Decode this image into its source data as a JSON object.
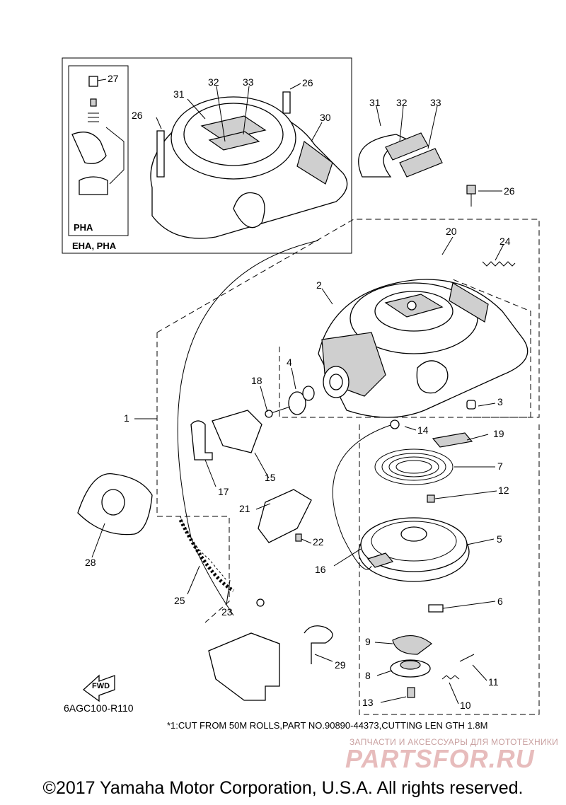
{
  "inset": {
    "outer_label": "EHA, PHA",
    "inner_label": "PHA"
  },
  "callouts": [
    {
      "id": "c27",
      "text": "27"
    },
    {
      "id": "c26a",
      "text": "26"
    },
    {
      "id": "c26b",
      "text": "26"
    },
    {
      "id": "c31a",
      "text": "31"
    },
    {
      "id": "c32a",
      "text": "32"
    },
    {
      "id": "c33a",
      "text": "33"
    },
    {
      "id": "c30",
      "text": "30"
    },
    {
      "id": "c31b",
      "text": "31"
    },
    {
      "id": "c32b",
      "text": "32"
    },
    {
      "id": "c33b",
      "text": "33"
    },
    {
      "id": "c26c",
      "text": "26"
    },
    {
      "id": "c20",
      "text": "20"
    },
    {
      "id": "c24",
      "text": "24"
    },
    {
      "id": "c2",
      "text": "2"
    },
    {
      "id": "c1",
      "text": "1"
    },
    {
      "id": "c18",
      "text": "18"
    },
    {
      "id": "c4",
      "text": "4"
    },
    {
      "id": "c3",
      "text": "3"
    },
    {
      "id": "c14",
      "text": "14"
    },
    {
      "id": "c19",
      "text": "19"
    },
    {
      "id": "c15",
      "text": "15"
    },
    {
      "id": "c17",
      "text": "17"
    },
    {
      "id": "c7",
      "text": "7"
    },
    {
      "id": "c12",
      "text": "12"
    },
    {
      "id": "c21",
      "text": "21"
    },
    {
      "id": "c22",
      "text": "22"
    },
    {
      "id": "c28",
      "text": "28"
    },
    {
      "id": "c5",
      "text": "5"
    },
    {
      "id": "c16",
      "text": "16"
    },
    {
      "id": "c6",
      "text": "6"
    },
    {
      "id": "c25",
      "text": "25"
    },
    {
      "id": "c23",
      "text": "23"
    },
    {
      "id": "c9",
      "text": "9"
    },
    {
      "id": "c29",
      "text": "29"
    },
    {
      "id": "c8",
      "text": "8"
    },
    {
      "id": "c11",
      "text": "11"
    },
    {
      "id": "c13",
      "text": "13"
    },
    {
      "id": "c10",
      "text": "10"
    }
  ],
  "fwd_label": "FWD",
  "diagram_code": "6AGC100-R110",
  "footnote": "*1:CUT FROM 50M ROLLS,PART NO.90890-44373,CUTTING LEN GTH 1.8M",
  "watermark": {
    "subtitle": "ЗАПЧАСТИ И АКСЕССУАРЫ ДЛЯ МОТОТЕХНИКИ",
    "brand": "PARTSFOR.RU",
    "color": "#e7bcbc"
  },
  "copyright": "©2017 Yamaha Motor Corporation, U.S.A. All rights reserved."
}
